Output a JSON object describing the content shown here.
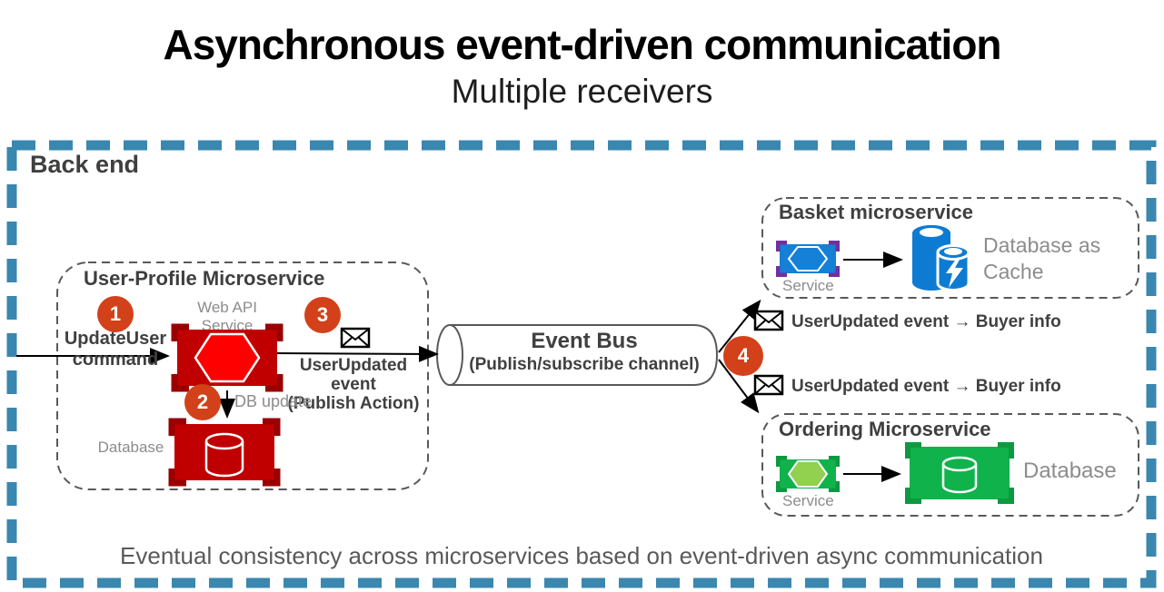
{
  "header": {
    "title": "Asynchronous event-driven communication",
    "subtitle": "Multiple receivers"
  },
  "backend": {
    "label": "Back end",
    "caption": "Eventual consistency across microservices based on event-driven async communication"
  },
  "user_profile": {
    "title": "User-Profile Microservice",
    "web_api_label": "Web API Service",
    "command_line1": "UpdateUser",
    "command_line2": "command",
    "event_line1": "UserUpdated event",
    "event_line2": "(Publish Action)",
    "db_update_label": "DB update",
    "database_label": "Database"
  },
  "steps": {
    "s1": "1",
    "s2": "2",
    "s3": "3",
    "s4": "4"
  },
  "event_bus": {
    "title": "Event Bus",
    "subtitle": "(Publish/subscribe channel)"
  },
  "messages": {
    "to_basket": "UserUpdated event → Buyer info",
    "to_ordering": "UserUpdated event → Buyer info"
  },
  "basket": {
    "title": "Basket microservice",
    "service_label": "Service",
    "database_label": "Database as Cache"
  },
  "ordering": {
    "title": "Ordering Microservice",
    "service_label": "Service",
    "database_label": "Database"
  },
  "colors": {
    "border_blue": "#3A87B0",
    "step_orange": "#D2411A",
    "service_red": "#C00000",
    "service_red_bracket": "#9A0000",
    "hexagon_red": "#FF0000",
    "service_blue": "#1480D6",
    "bracket_purple": "#7030A0",
    "service_green": "#10B24C",
    "bracket_green": "#0C9940",
    "hexagon_light_green": "#92D050",
    "muted_label_gray": "#8C8C8C",
    "dark_text": "#404040",
    "dashed_box_gray": "#595959"
  }
}
